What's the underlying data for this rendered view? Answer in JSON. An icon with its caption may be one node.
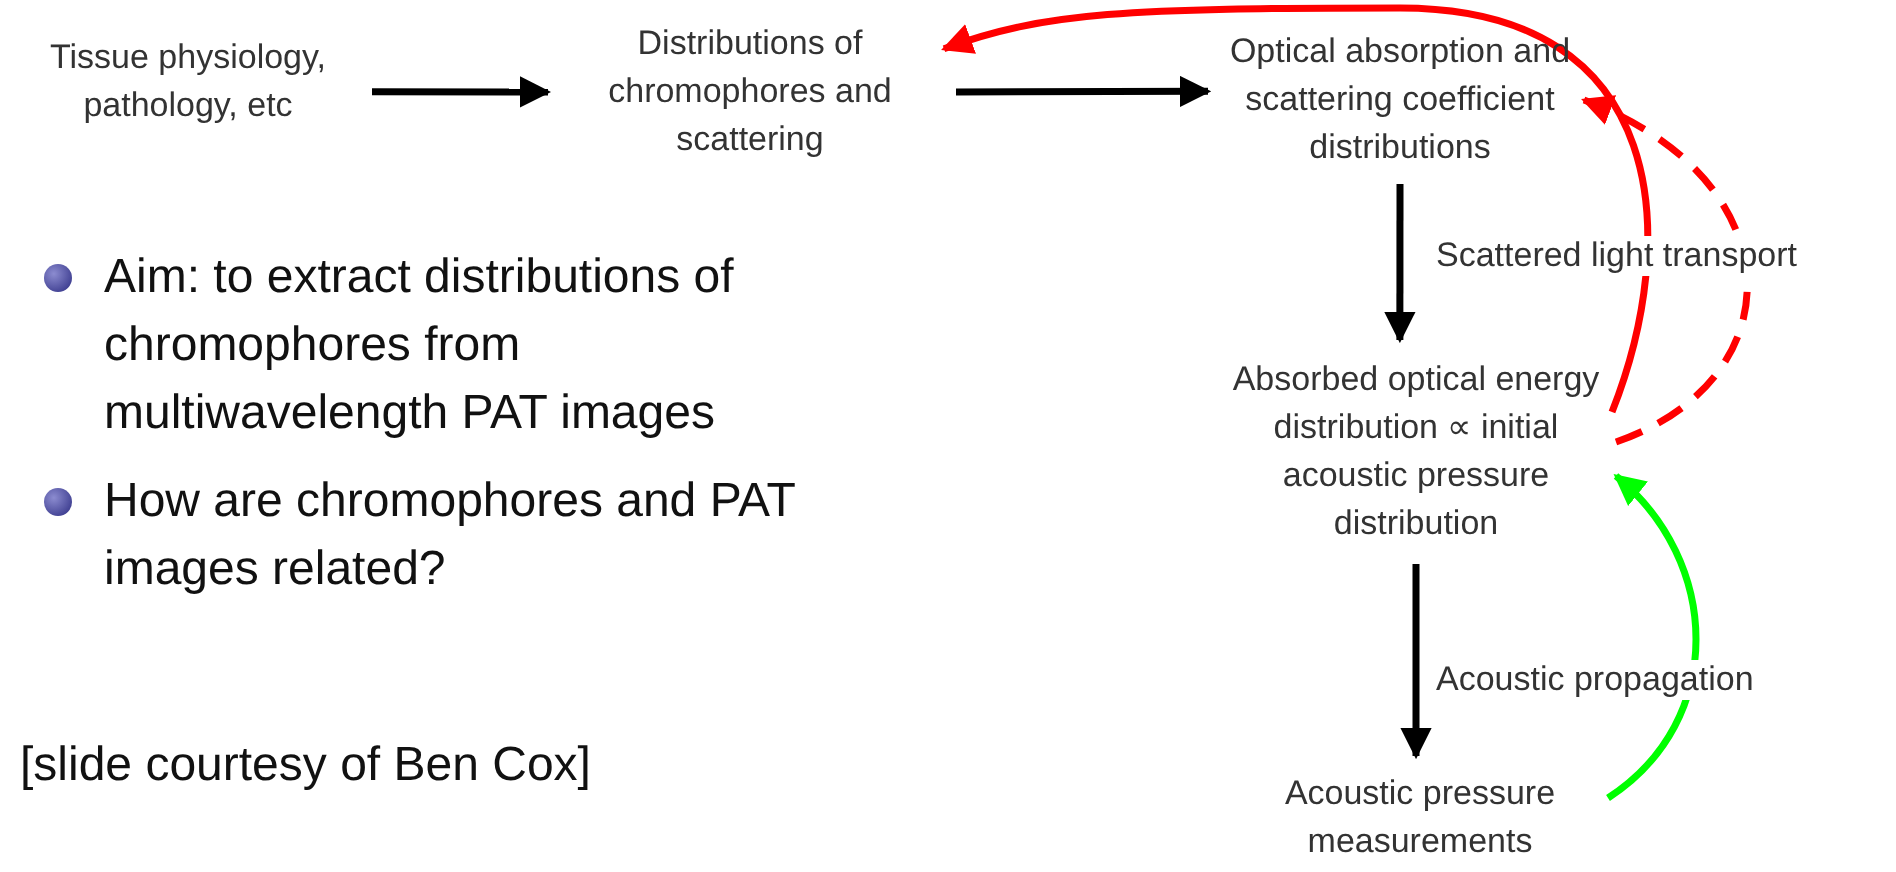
{
  "diagram": {
    "nodes": [
      {
        "text": [
          "Tissue physiology, pathology, etc"
        ]
      },
      {
        "text": [
          "Distributions of chromophores and scattering"
        ]
      },
      {
        "text": [
          "Optical absorption and scattering coefficient distributions"
        ]
      },
      {
        "text": [
          "Absorbed optical energy distribution ∝ initial acoustic pressure distribution"
        ]
      },
      {
        "text": [
          "Acoustic pressure measurements"
        ]
      }
    ],
    "edges": [
      {
        "from": 0,
        "to": 1,
        "arrow": "to"
      },
      {
        "from": 1,
        "to": 2,
        "arrow": "to"
      },
      {
        "from": 2,
        "to": 3,
        "arrow": "to",
        "label": "Scattered light transport"
      },
      {
        "from": 3,
        "to": 4,
        "arrow": "to",
        "label": "Acoustic propagation"
      },
      {
        "from": 3,
        "to": 1,
        "arrow": "to",
        "color": "#ff0000"
      },
      {
        "from": 3,
        "to": 2,
        "arrow": "to",
        "style": "dashed",
        "color": "#ff0000"
      },
      {
        "from": 4,
        "to": 3,
        "arrow": "to",
        "color": "#00ff00"
      }
    ],
    "labels": [
      "Aim: to extract distributions of chromophores from multiwavelength PAT images",
      "How are chromophores and PAT images related?",
      "[slide courtesy of Ben Cox]"
    ]
  }
}
